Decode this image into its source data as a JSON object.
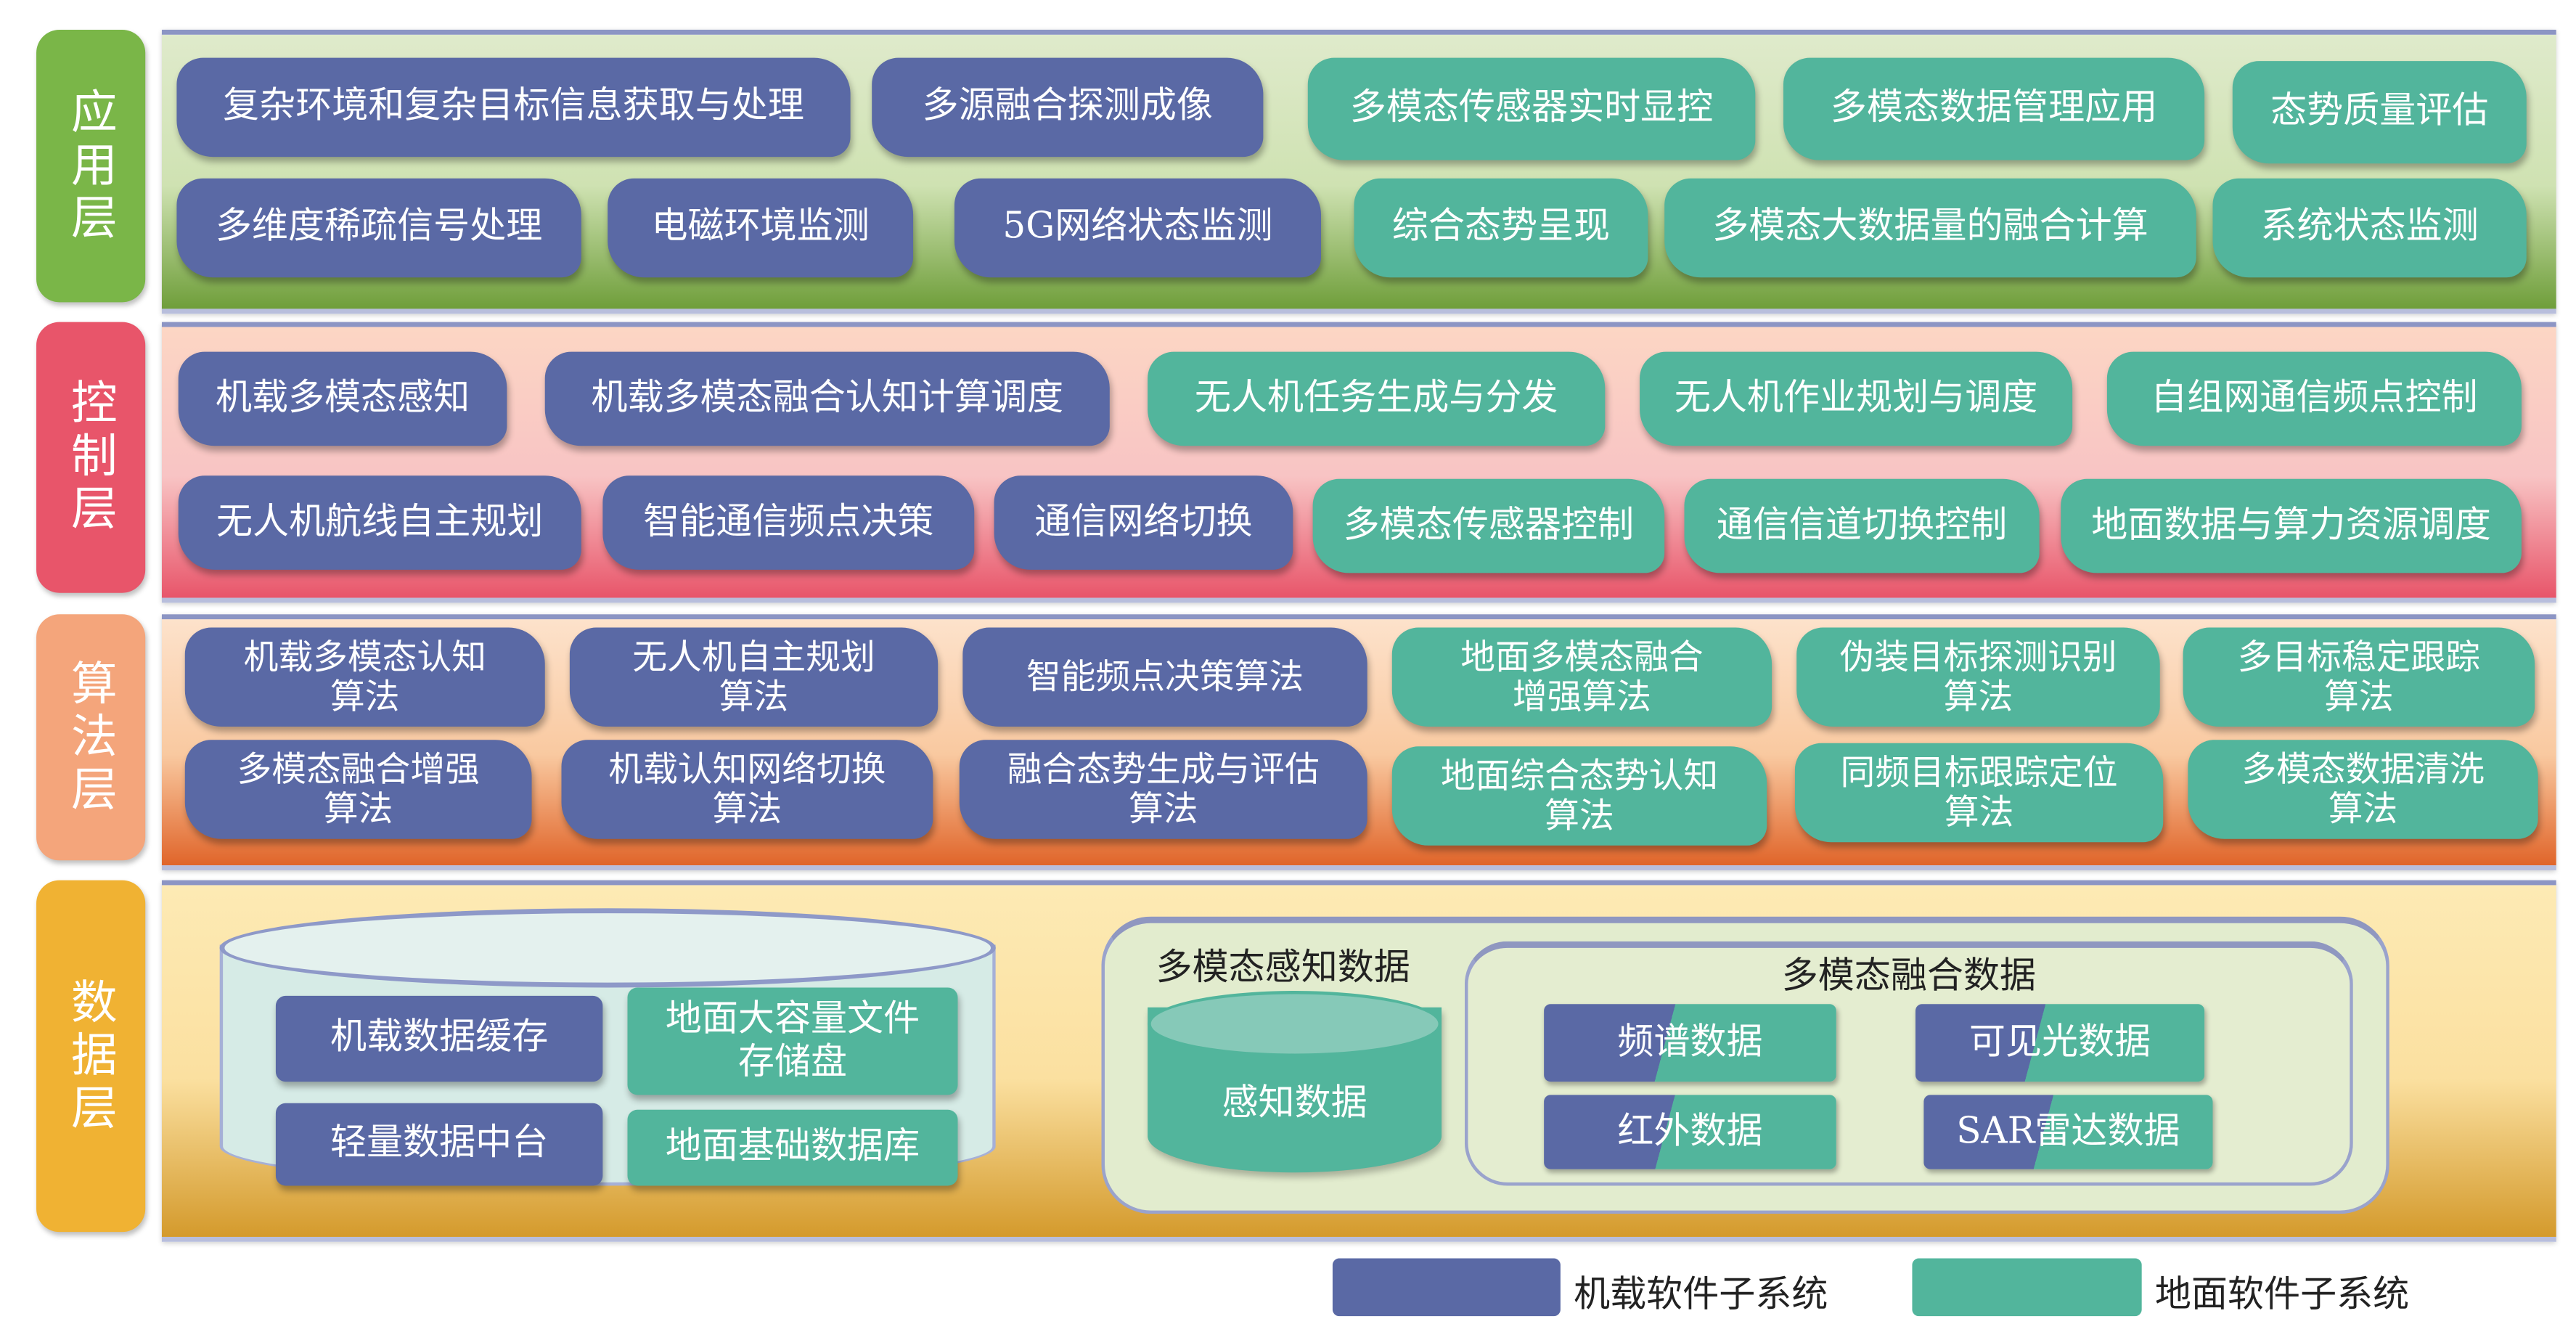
{
  "layers": {
    "app": "应用层",
    "control": "控制层",
    "algorithm": "算法层",
    "data": "数据层"
  },
  "app": {
    "row1": [
      "复杂环境和复杂目标信息获取与处理",
      "多源融合探测成像",
      "多模态传感器实时显控",
      "多模态数据管理应用",
      "态势质量评估"
    ],
    "row2": [
      "多维度稀疏信号处理",
      "电磁环境监测",
      "5G网络状态监测",
      "综合态势呈现",
      "多模态大数据量的融合计算",
      "系统状态监测"
    ]
  },
  "control": {
    "row1": [
      "机载多模态感知",
      "机载多模态融合认知计算调度",
      "无人机任务生成与分发",
      "无人机作业规划与调度",
      "自组网通信频点控制"
    ],
    "row2": [
      "无人机航线自主规划",
      "智能通信频点决策",
      "通信网络切换",
      "多模态传感器控制",
      "通信信道切换控制",
      "地面数据与算力资源调度"
    ]
  },
  "algorithm": {
    "row1": [
      "机载多模态认知\n算法",
      "无人机自主规划\n算法",
      "智能频点决策算法",
      "地面多模态融合\n增强算法",
      "伪装目标探测识别\n算法",
      "多目标稳定跟踪\n算法"
    ],
    "row2": [
      "多模态融合增强\n算法",
      "机载认知网络切换\n算法",
      "融合态势生成与评估\n算法",
      "地面综合态势认知\n算法",
      "同频目标跟踪定位\n算法",
      "多模态数据清洗\n算法"
    ]
  },
  "data": {
    "storage": [
      "机载数据缓存",
      "地面大容量文件\n存储盘",
      "轻量数据中台",
      "地面基础数据库"
    ],
    "perception_title": "多模态感知数据",
    "perception_item": "感知数据",
    "fusion_title": "多模态融合数据",
    "fusion_items": [
      "频谱数据",
      "可见光数据",
      "红外数据",
      "SAR雷达数据"
    ]
  },
  "legend": {
    "airborne": "机载软件子系统",
    "ground": "地面软件子系统"
  },
  "colors": {
    "airborne": "#5a69a5",
    "ground": "#52b59c"
  }
}
